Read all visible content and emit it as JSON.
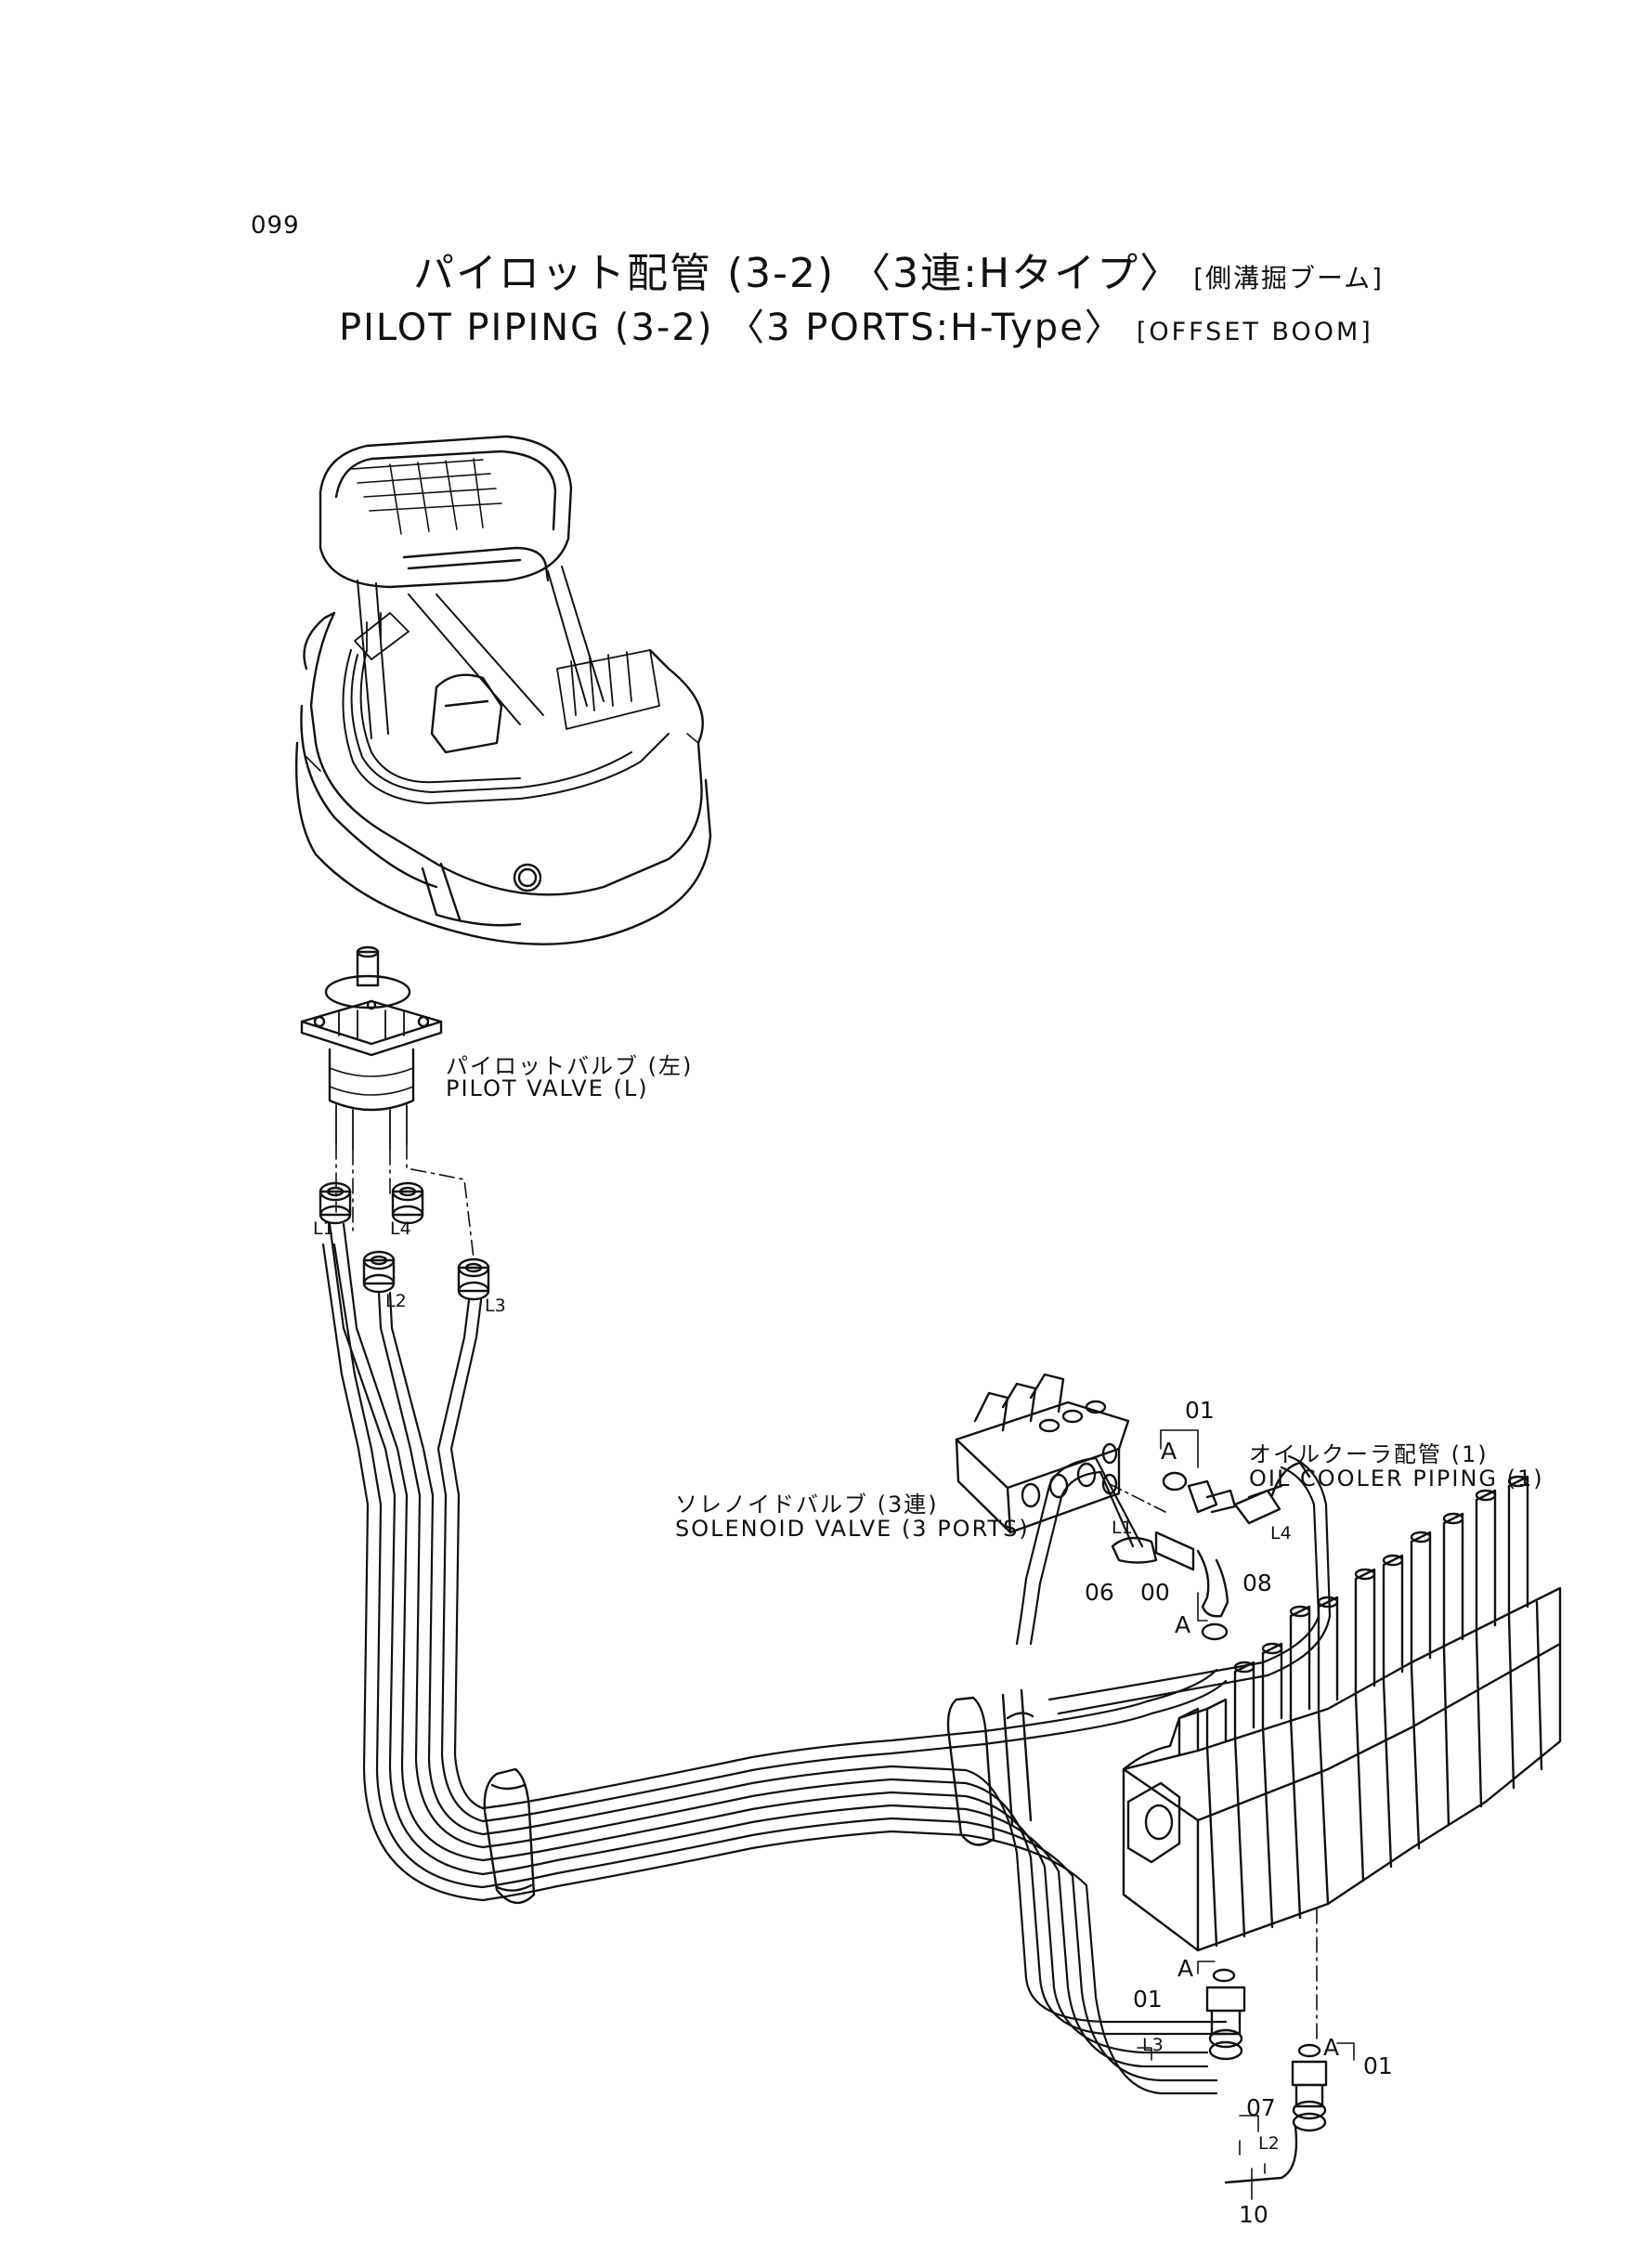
{
  "page_number": "099",
  "title": {
    "jp_main": "パイロット配管 (3-2) 〈3連:Hタイプ〉",
    "jp_sub": "[側溝掘ブーム]",
    "en_main": "PILOT PIPING (3-2) 〈3 PORTS:H-Type〉",
    "en_sub": "[OFFSET BOOM]"
  },
  "labels": {
    "pilot_valve_jp": "パイロットバルブ (左)",
    "pilot_valve_en": "PILOT VALVE (L)",
    "solenoid_jp": "ソレノイドバルブ (3連)",
    "solenoid_en": "SOLENOID VALVE (3 PORTS)",
    "oil_cooler_jp": "オイルクーラ配管 (1)",
    "oil_cooler_en": "OIL COOLER PIPING (1)"
  },
  "hose_marks": {
    "l1_top": "L1",
    "l4_top": "L4",
    "l2_top": "L2",
    "l3_top": "L3",
    "l1_right": "L1",
    "l4_right": "L4",
    "l3_bottom": "L3",
    "l2_bottom": "L2"
  },
  "detail_marks": {
    "a1": "A",
    "a2": "A",
    "a3": "A",
    "a4": "A"
  },
  "part_numbers": {
    "p01_top": "01",
    "p06": "06",
    "p00": "00",
    "p08": "08",
    "p01_left": "01",
    "p01_right": "01",
    "p07": "07",
    "p10": "10"
  }
}
